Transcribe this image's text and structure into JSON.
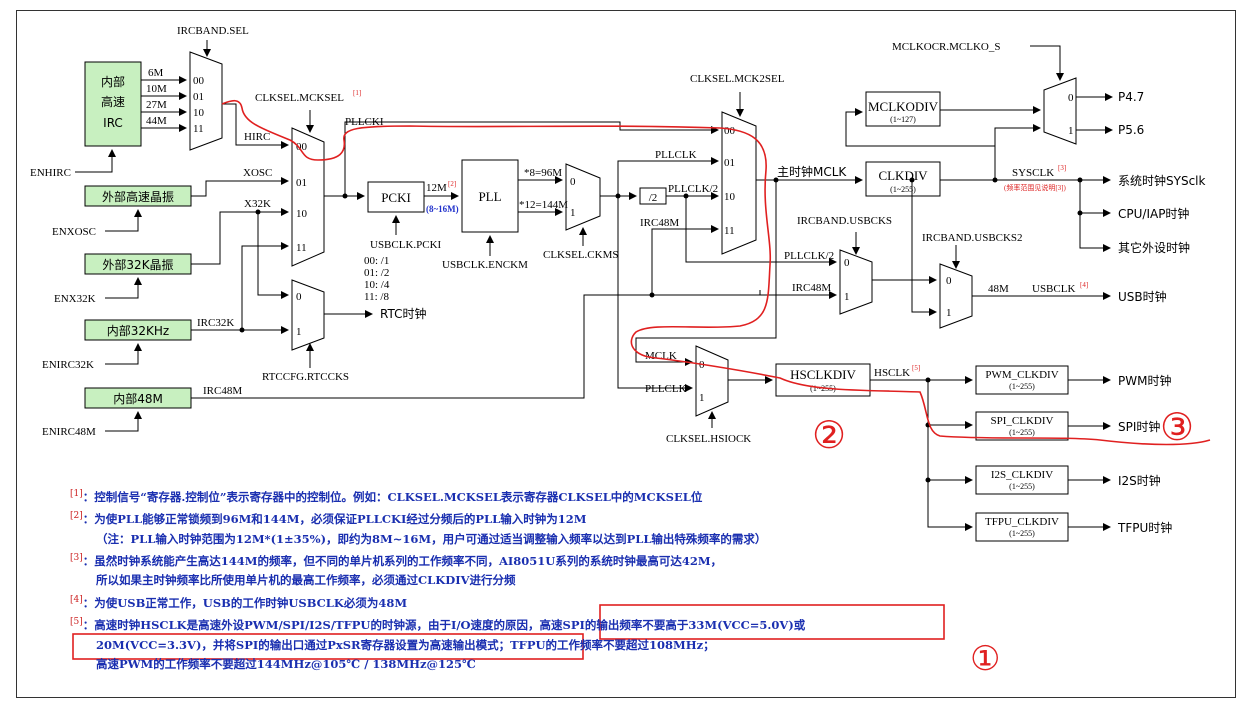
{
  "sources": {
    "irc_hi": [
      "内部",
      "高速",
      "IRC"
    ],
    "xosc": "外部高速晶振",
    "x32k": "外部32K晶振",
    "irc32k": "内部32KHz",
    "irc48m": "内部48M"
  },
  "enables": {
    "enhirc": "ENHIRC",
    "enxosc": "ENXOSC",
    "enx32k": "ENX32K",
    "enirc32k": "ENIRC32K",
    "enirc48m": "ENIRC48M"
  },
  "signals": {
    "ircband_sel": "IRCBAND.SEL",
    "f6m": "6M",
    "f10m": "10M",
    "f27m": "27M",
    "f44m": "44M",
    "hirc": "HIRC",
    "xosc": "XOSC",
    "x32k": "X32K",
    "irc32k": "IRC32K",
    "irc48m": "IRC48M",
    "irc48m_b": "IRC48M",
    "irc48m_c": "IRC48M",
    "clksel_mcksel": "CLKSEL.MCKSEL",
    "mcksel_note": "[1]",
    "pllcki": "PLLCKI",
    "pcki": "PCKI",
    "f12m": "12M",
    "f12m_note": "[2]",
    "range_8_16": "(8~16M)",
    "usbclk_pcki": "USBCLK.PCKI",
    "div_opts": [
      "00:  /1",
      "01:  /2",
      "10:  /4",
      "11:  /8"
    ],
    "pll": "PLL",
    "x8": "*8=96M",
    "x12": "*12=144M",
    "usbclk_enckm": "USBCLK.ENCKM",
    "clksel_ckms": "CLKSEL.CKMS",
    "div2": "/2",
    "pllclk": "PLLCLK",
    "pllclk_2": "PLLCLK/2",
    "pllclk_2b": "PLLCLK/2",
    "pllclk_b": "PLLCLK",
    "clksel_mck2sel": "CLKSEL.MCK2SEL",
    "main_mclk": "主时钟MCLK",
    "mclkodiv": "MCLKODIV",
    "mclkodiv_r": "(1~127)",
    "mclkocr": "MCLKOCR.MCLKO_S",
    "p47": "P4.7",
    "p56": "P5.6",
    "clkdiv": "CLKDIV",
    "clkdiv_r": "(1~255)",
    "sysclk": "SYSCLK",
    "sysclk_note": "[3]",
    "sysclk_sub": "(频率范围见说明[3])",
    "sys_out": "系统时钟SYSclk",
    "cpu_out": "CPU/IAP时钟",
    "other_out": "其它外设时钟",
    "ircband_usbcks": "IRCBAND.USBCKS",
    "ircband_usbcks2": "IRCBAND.USBCKS2",
    "f48m": "48M",
    "usbclk": "USBCLK",
    "usbclk_note": "[4]",
    "usb_out": "USB时钟",
    "rtc_out": "RTC时钟",
    "rtccfg": "RTCCFG.RTCCKS",
    "mclk": "MCLK",
    "hsclkdiv": "HSCLKDIV",
    "hsclkdiv_r": "(1~255)",
    "hsclk": "HSCLK",
    "hsclk_note": "[5]",
    "clksel_hsiock": "CLKSEL.HSIOCK",
    "pwm_div": "PWM_CLKDIV",
    "spi_div": "SPI_CLKDIV",
    "i2s_div": "I2S_CLKDIV",
    "tfpu_div": "TFPU_CLKDIV",
    "div_r": "(1~255)",
    "pwm_out": "PWM时钟",
    "spi_out": "SPI时钟",
    "i2s_out": "I2S时钟",
    "tfpu_out": "TFPU时钟"
  },
  "mux_inputs": {
    "ircband": [
      "00",
      "01",
      "10",
      "11"
    ],
    "mcksel": [
      "00",
      "01",
      "10",
      "11"
    ],
    "mck2sel": [
      "00",
      "01",
      "10",
      "11"
    ],
    "ckms": [
      "0",
      "1"
    ],
    "rtc": [
      "0",
      "1"
    ],
    "usbcks": [
      "0",
      "1"
    ],
    "usbcks2": [
      "0",
      "1"
    ],
    "hsiock": [
      "0",
      "1"
    ],
    "mclko": [
      "0",
      "1"
    ]
  },
  "annotations": {
    "a1": "①",
    "a2": "②",
    "a3": "③"
  },
  "notes": [
    {
      "mark": "[1]",
      "text": "：控制信号“寄存器.控制位”表示寄存器中的控制位。例如：CLKSEL.MCKSEL表示寄存器CLKSEL中的MCKSEL位"
    },
    {
      "mark": "[2]",
      "text": "：为使PLL能够正常锁频到96M和144M，必须保证PLLCKI经过分频后的PLL输入时钟为12M"
    },
    {
      "mark": "",
      "text": "（注：PLL输入时钟范围为12M*(1±35%)，即约为8M~16M，用户可通过适当调整输入频率以达到PLL输出特殊频率的需求）"
    },
    {
      "mark": "[3]",
      "text": "：虽然时钟系统能产生高达144M的频率，但不同的单片机系列的工作频率不同，AI8051U系列的系统时钟最高可达42M，"
    },
    {
      "mark": "",
      "text": "所以如果主时钟频率比所使用单片机的最高工作频率，必须通过CLKDIV进行分频"
    },
    {
      "mark": "[4]",
      "text": "：为使USB正常工作，USB的工作时钟USBCLK必须为48M"
    },
    {
      "mark": "[5]",
      "text": "：高速时钟HSCLK是高速外设PWM/SPI/I2S/TFPU的时钟源，由于I/O速度的原因，高速SPI的输出频率不要高于33M(VCC=5.0V)或"
    },
    {
      "mark": "",
      "text": "20M(VCC=3.3V)，并将SPI的输出口通过PxSR寄存器设置为高速输出模式；TFPU的工作频率不要超过108MHz；"
    },
    {
      "mark": "",
      "text": "高速PWM的工作频率不要超过144MHz@105℃ / 138MHz@125℃"
    }
  ],
  "colors": {
    "green": "#c8f0c0",
    "ink": "#000000",
    "red": "#e02020",
    "note_blue": "#1a2fb0"
  }
}
